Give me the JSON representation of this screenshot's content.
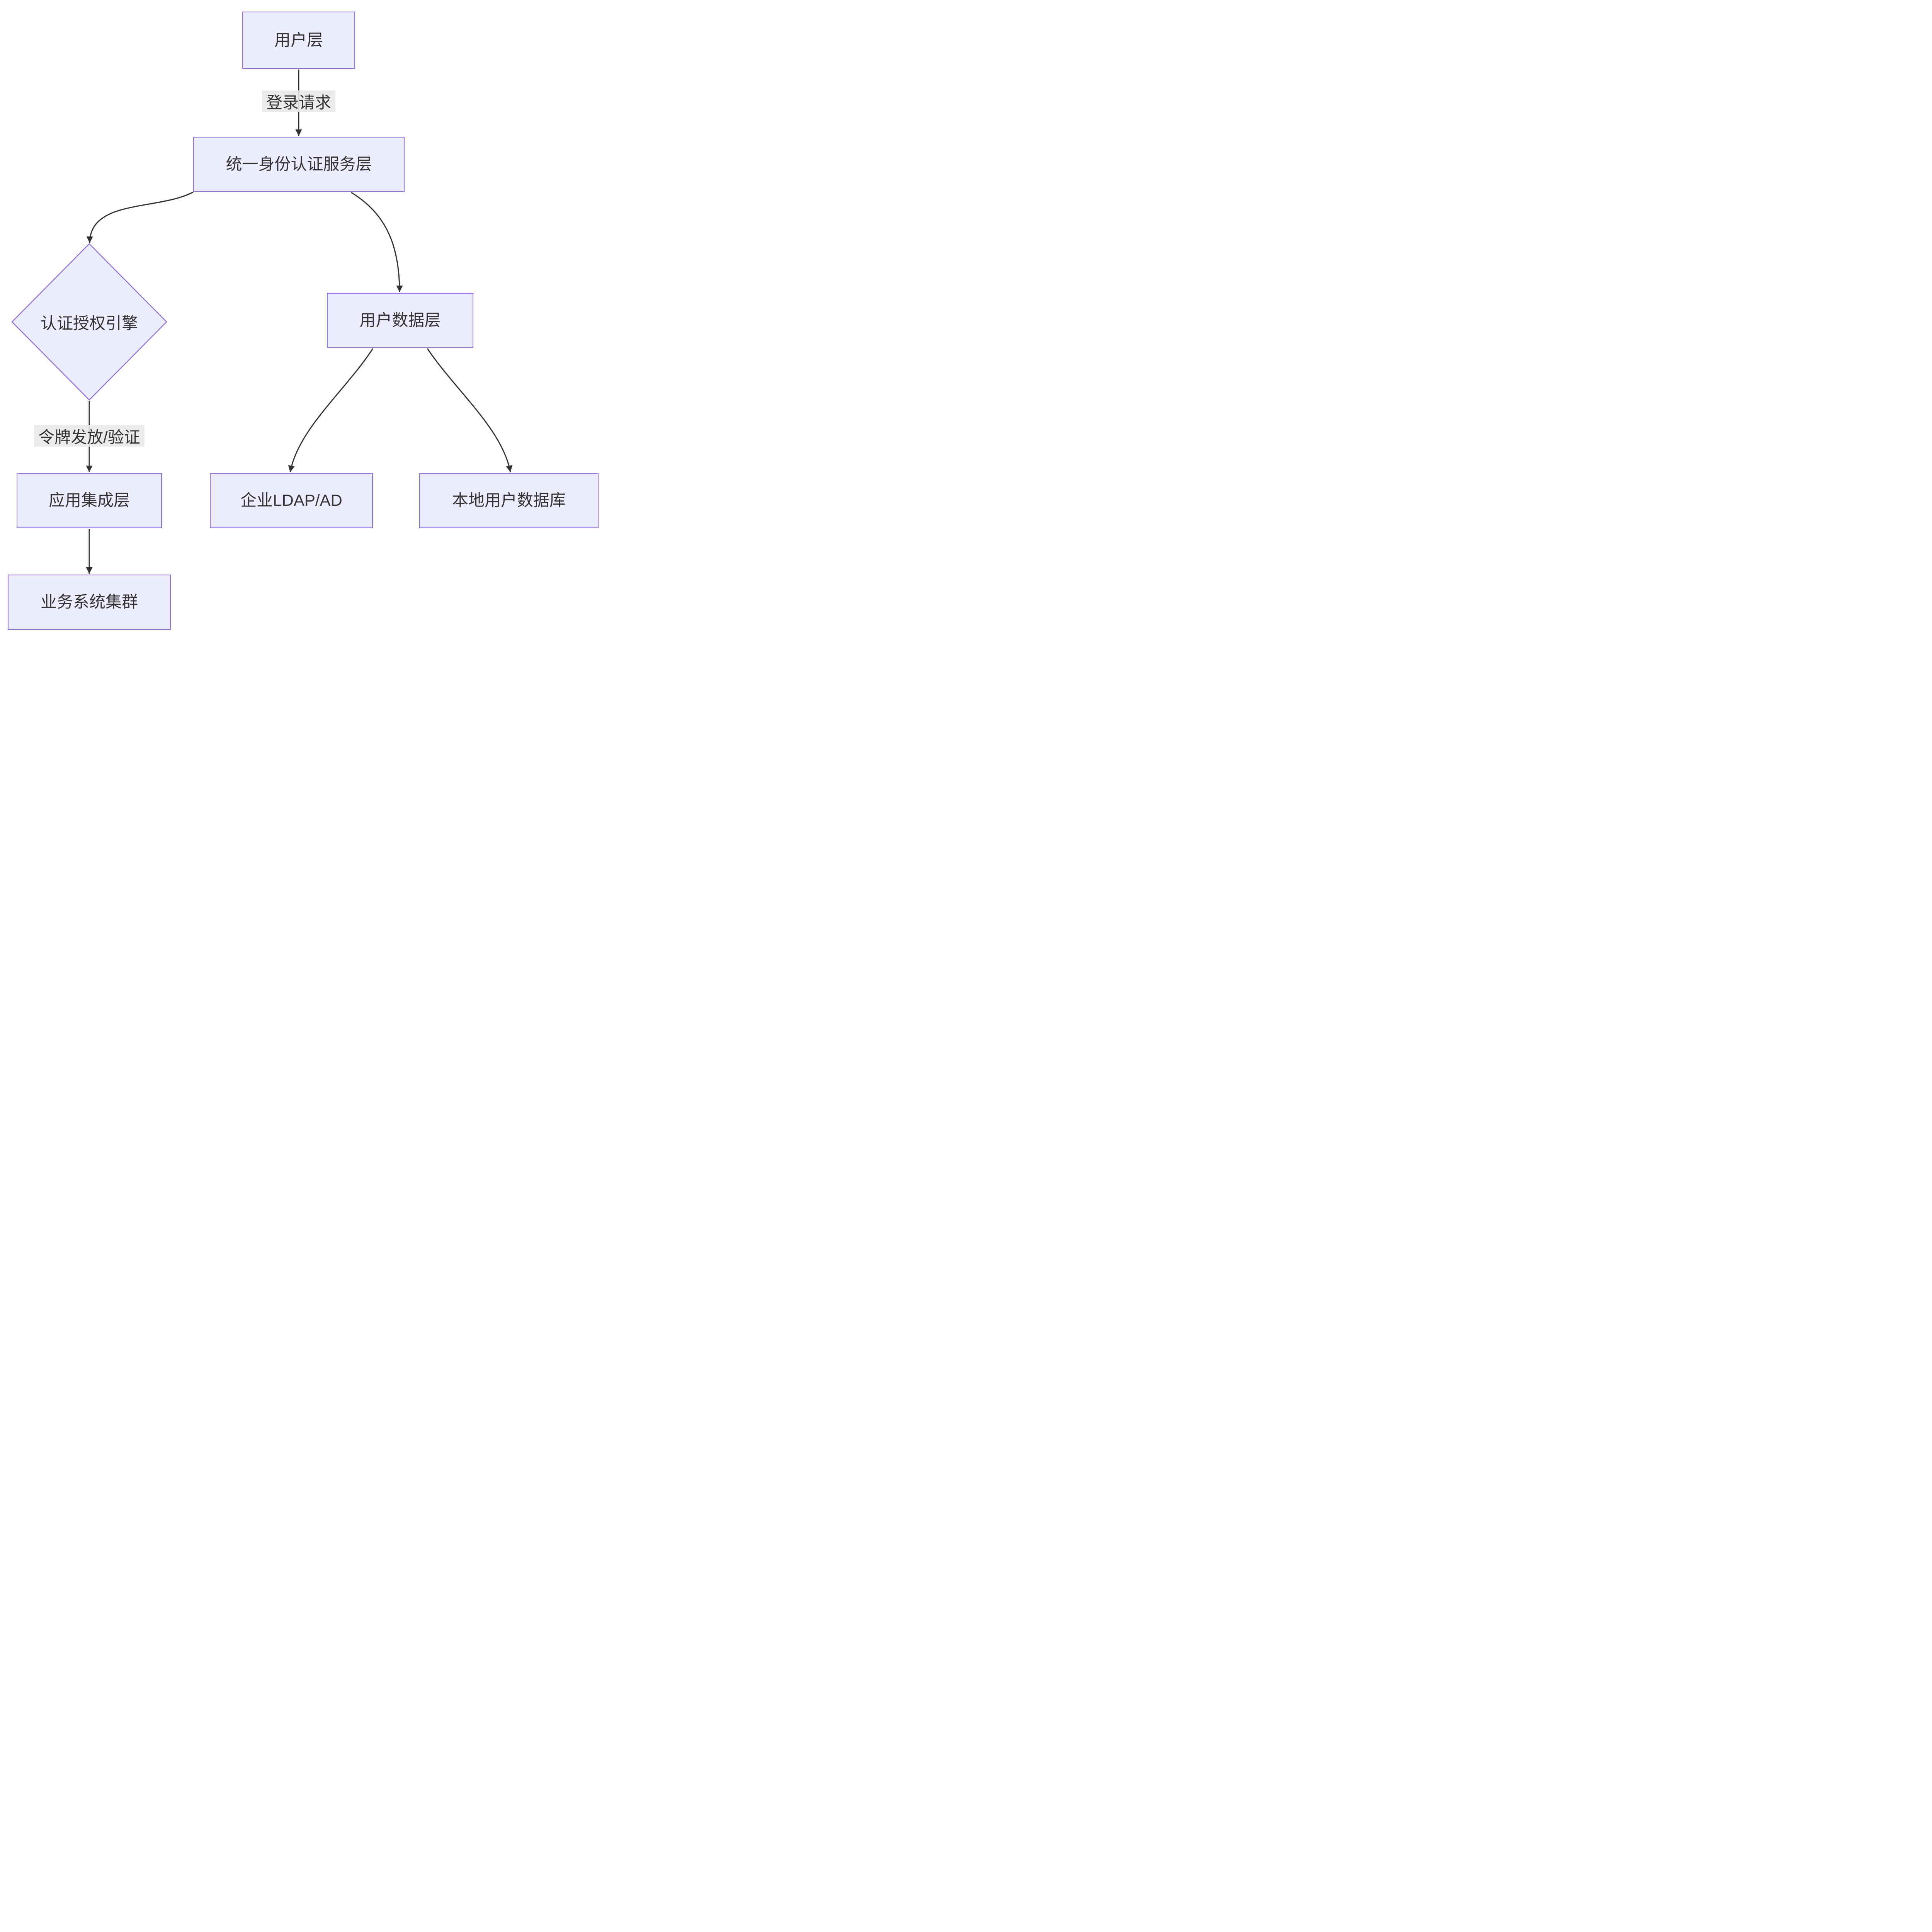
{
  "diagram": {
    "type": "flowchart",
    "direction": "top-down",
    "colors": {
      "canvas_bg": "#ffffff",
      "node_fill": "#ECECFF",
      "node_border": "#9370DB",
      "text_color": "#333333",
      "edge_color": "#333333",
      "edge_label_bg": "#e8e8e8"
    },
    "nodes": {
      "user_layer": {
        "label": "用户层",
        "shape": "rect"
      },
      "auth_service": {
        "label": "统一身份认证服务层",
        "shape": "rect"
      },
      "auth_engine": {
        "label": "认证授权引擎",
        "shape": "diamond"
      },
      "user_data": {
        "label": "用户数据层",
        "shape": "rect"
      },
      "app_integration": {
        "label": "应用集成层",
        "shape": "rect"
      },
      "business_cluster": {
        "label": "业务系统集群",
        "shape": "rect"
      },
      "enterprise_ldap": {
        "label": "企业LDAP/AD",
        "shape": "rect"
      },
      "local_user_db": {
        "label": "本地用户数据库",
        "shape": "rect"
      }
    },
    "edges": [
      {
        "from": "user_layer",
        "to": "auth_service",
        "label": "登录请求",
        "arrow": true
      },
      {
        "from": "auth_service",
        "to": "auth_engine",
        "label": "",
        "arrow": true
      },
      {
        "from": "auth_service",
        "to": "user_data",
        "label": "",
        "arrow": true
      },
      {
        "from": "auth_engine",
        "to": "app_integration",
        "label": "令牌发放/验证",
        "arrow": true
      },
      {
        "from": "app_integration",
        "to": "business_cluster",
        "label": "",
        "arrow": true
      },
      {
        "from": "user_data",
        "to": "enterprise_ldap",
        "label": "",
        "arrow": true
      },
      {
        "from": "user_data",
        "to": "local_user_db",
        "label": "",
        "arrow": true
      }
    ]
  }
}
